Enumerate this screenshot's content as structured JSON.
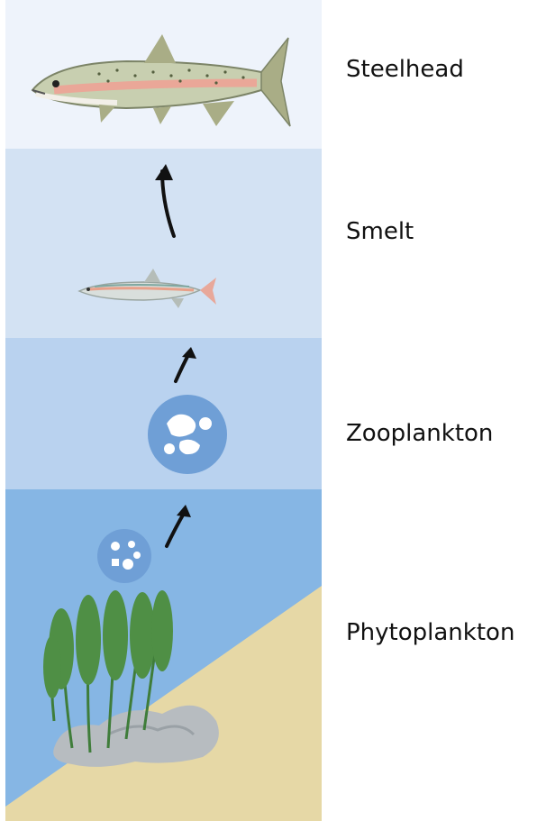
{
  "food_chain": {
    "levels": [
      {
        "id": "steelhead",
        "label": "Steelhead"
      },
      {
        "id": "smelt",
        "label": "Smelt"
      },
      {
        "id": "zooplankton",
        "label": "Zooplankton"
      },
      {
        "id": "phytoplankton",
        "label": "Phytoplankton"
      }
    ]
  },
  "colors": {
    "band_top": "#eef3fb",
    "band_2": "#d3e2f3",
    "band_3": "#b9d2ef",
    "band_bottom": "#86b6e4",
    "sand": "#e6d8a6",
    "arrow": "#111111",
    "bubble": "#6f9fd6"
  }
}
